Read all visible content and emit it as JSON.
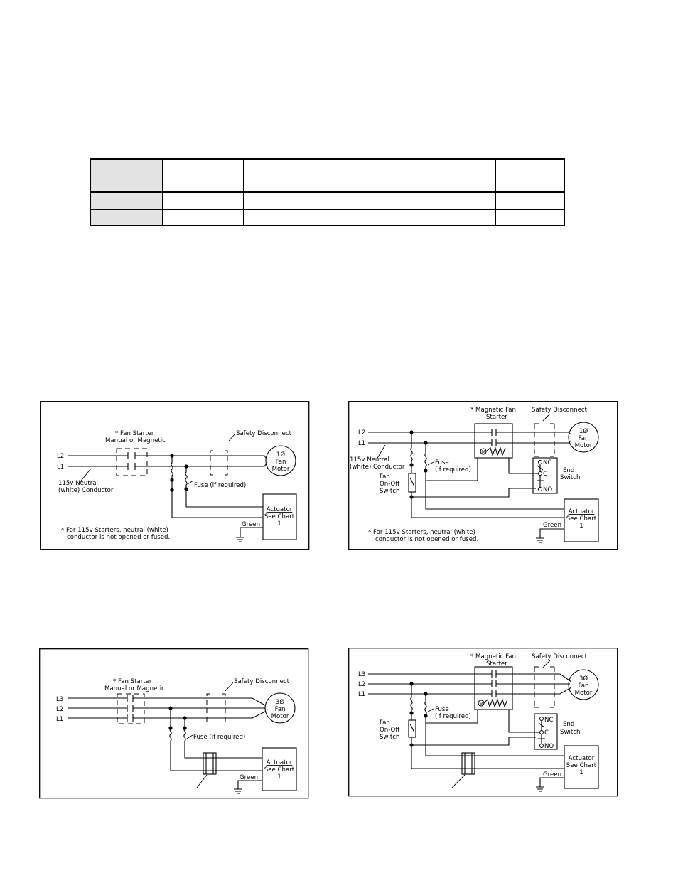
{
  "table": {
    "rows": 3,
    "columns": 5
  },
  "diagram1": {
    "fan_starter": "* Fan Starter",
    "manual_or_magnetic": "Manual or Magnetic",
    "safety_disconnect": "Safety Disconnect",
    "l2": "L2",
    "l1": "L1",
    "neutral_line1": "115v Neutral",
    "neutral_line2": "(white) Conductor",
    "fuse": "Fuse (if required)",
    "motor_phase": "1Ø",
    "motor_fan": "Fan",
    "motor_label": "Motor",
    "actuator": "Actuator",
    "see_chart": "See Chart",
    "chart_no": "1",
    "green": "Green",
    "note_line1": "* For 115v Starters, neutral (white)",
    "note_line2": "conductor is not opened or fused."
  },
  "diagram2": {
    "magnetic_starter1": "* Magnetic Fan",
    "magnetic_starter2": "Starter",
    "safety_disconnect": "Safety Disconnect",
    "l2": "L2",
    "l1": "L1",
    "neutral_line1": "115v Neutral",
    "neutral_line2": "(white) Conductor",
    "fuse1": "Fuse",
    "fuse2": "(if required)",
    "fan_switch1": "Fan",
    "fan_switch2": "On-Off",
    "fan_switch3": "Switch",
    "coil": "M",
    "nc": "NC",
    "c": "C",
    "no": "NO",
    "end_switch1": "End",
    "end_switch2": "Switch",
    "motor_phase": "1Ø",
    "motor_fan": "Fan",
    "motor_label": "Motor",
    "actuator": "Actuator",
    "see_chart": "See Chart",
    "chart_no": "1",
    "green": "Green",
    "note_line1": "* For 115v Starters, neutral (white)",
    "note_line2": "conductor is not opened or fused."
  },
  "diagram3": {
    "fan_starter": "* Fan Starter",
    "manual_or_magnetic": "Manual or Magnetic",
    "safety_disconnect": "Safety Disconnect",
    "l3": "L3",
    "l2": "L2",
    "l1": "L1",
    "fuse": "Fuse (if required)",
    "motor_phase": "3Ø",
    "motor_fan": "Fan",
    "motor_label": "Motor",
    "actuator": "Actuator",
    "see_chart": "See Chart",
    "chart_no": "1",
    "green": "Green"
  },
  "diagram4": {
    "magnetic_starter1": "* Magnetic Fan",
    "magnetic_starter2": "Starter",
    "safety_disconnect": "Safety Disconnect",
    "l3": "L3",
    "l2": "L2",
    "l1": "L1",
    "fuse1": "Fuse",
    "fuse2": "(if required)",
    "fan_switch1": "Fan",
    "fan_switch2": "On-Off",
    "fan_switch3": "Switch",
    "coil": "M",
    "nc": "NC",
    "c": "C",
    "no": "NO",
    "end_switch1": "End",
    "end_switch2": "Switch",
    "motor_phase": "3Ø",
    "motor_fan": "Fan",
    "motor_label": "Motor",
    "actuator": "Actuator",
    "see_chart": "See Chart",
    "chart_no": "1",
    "green": "Green"
  }
}
